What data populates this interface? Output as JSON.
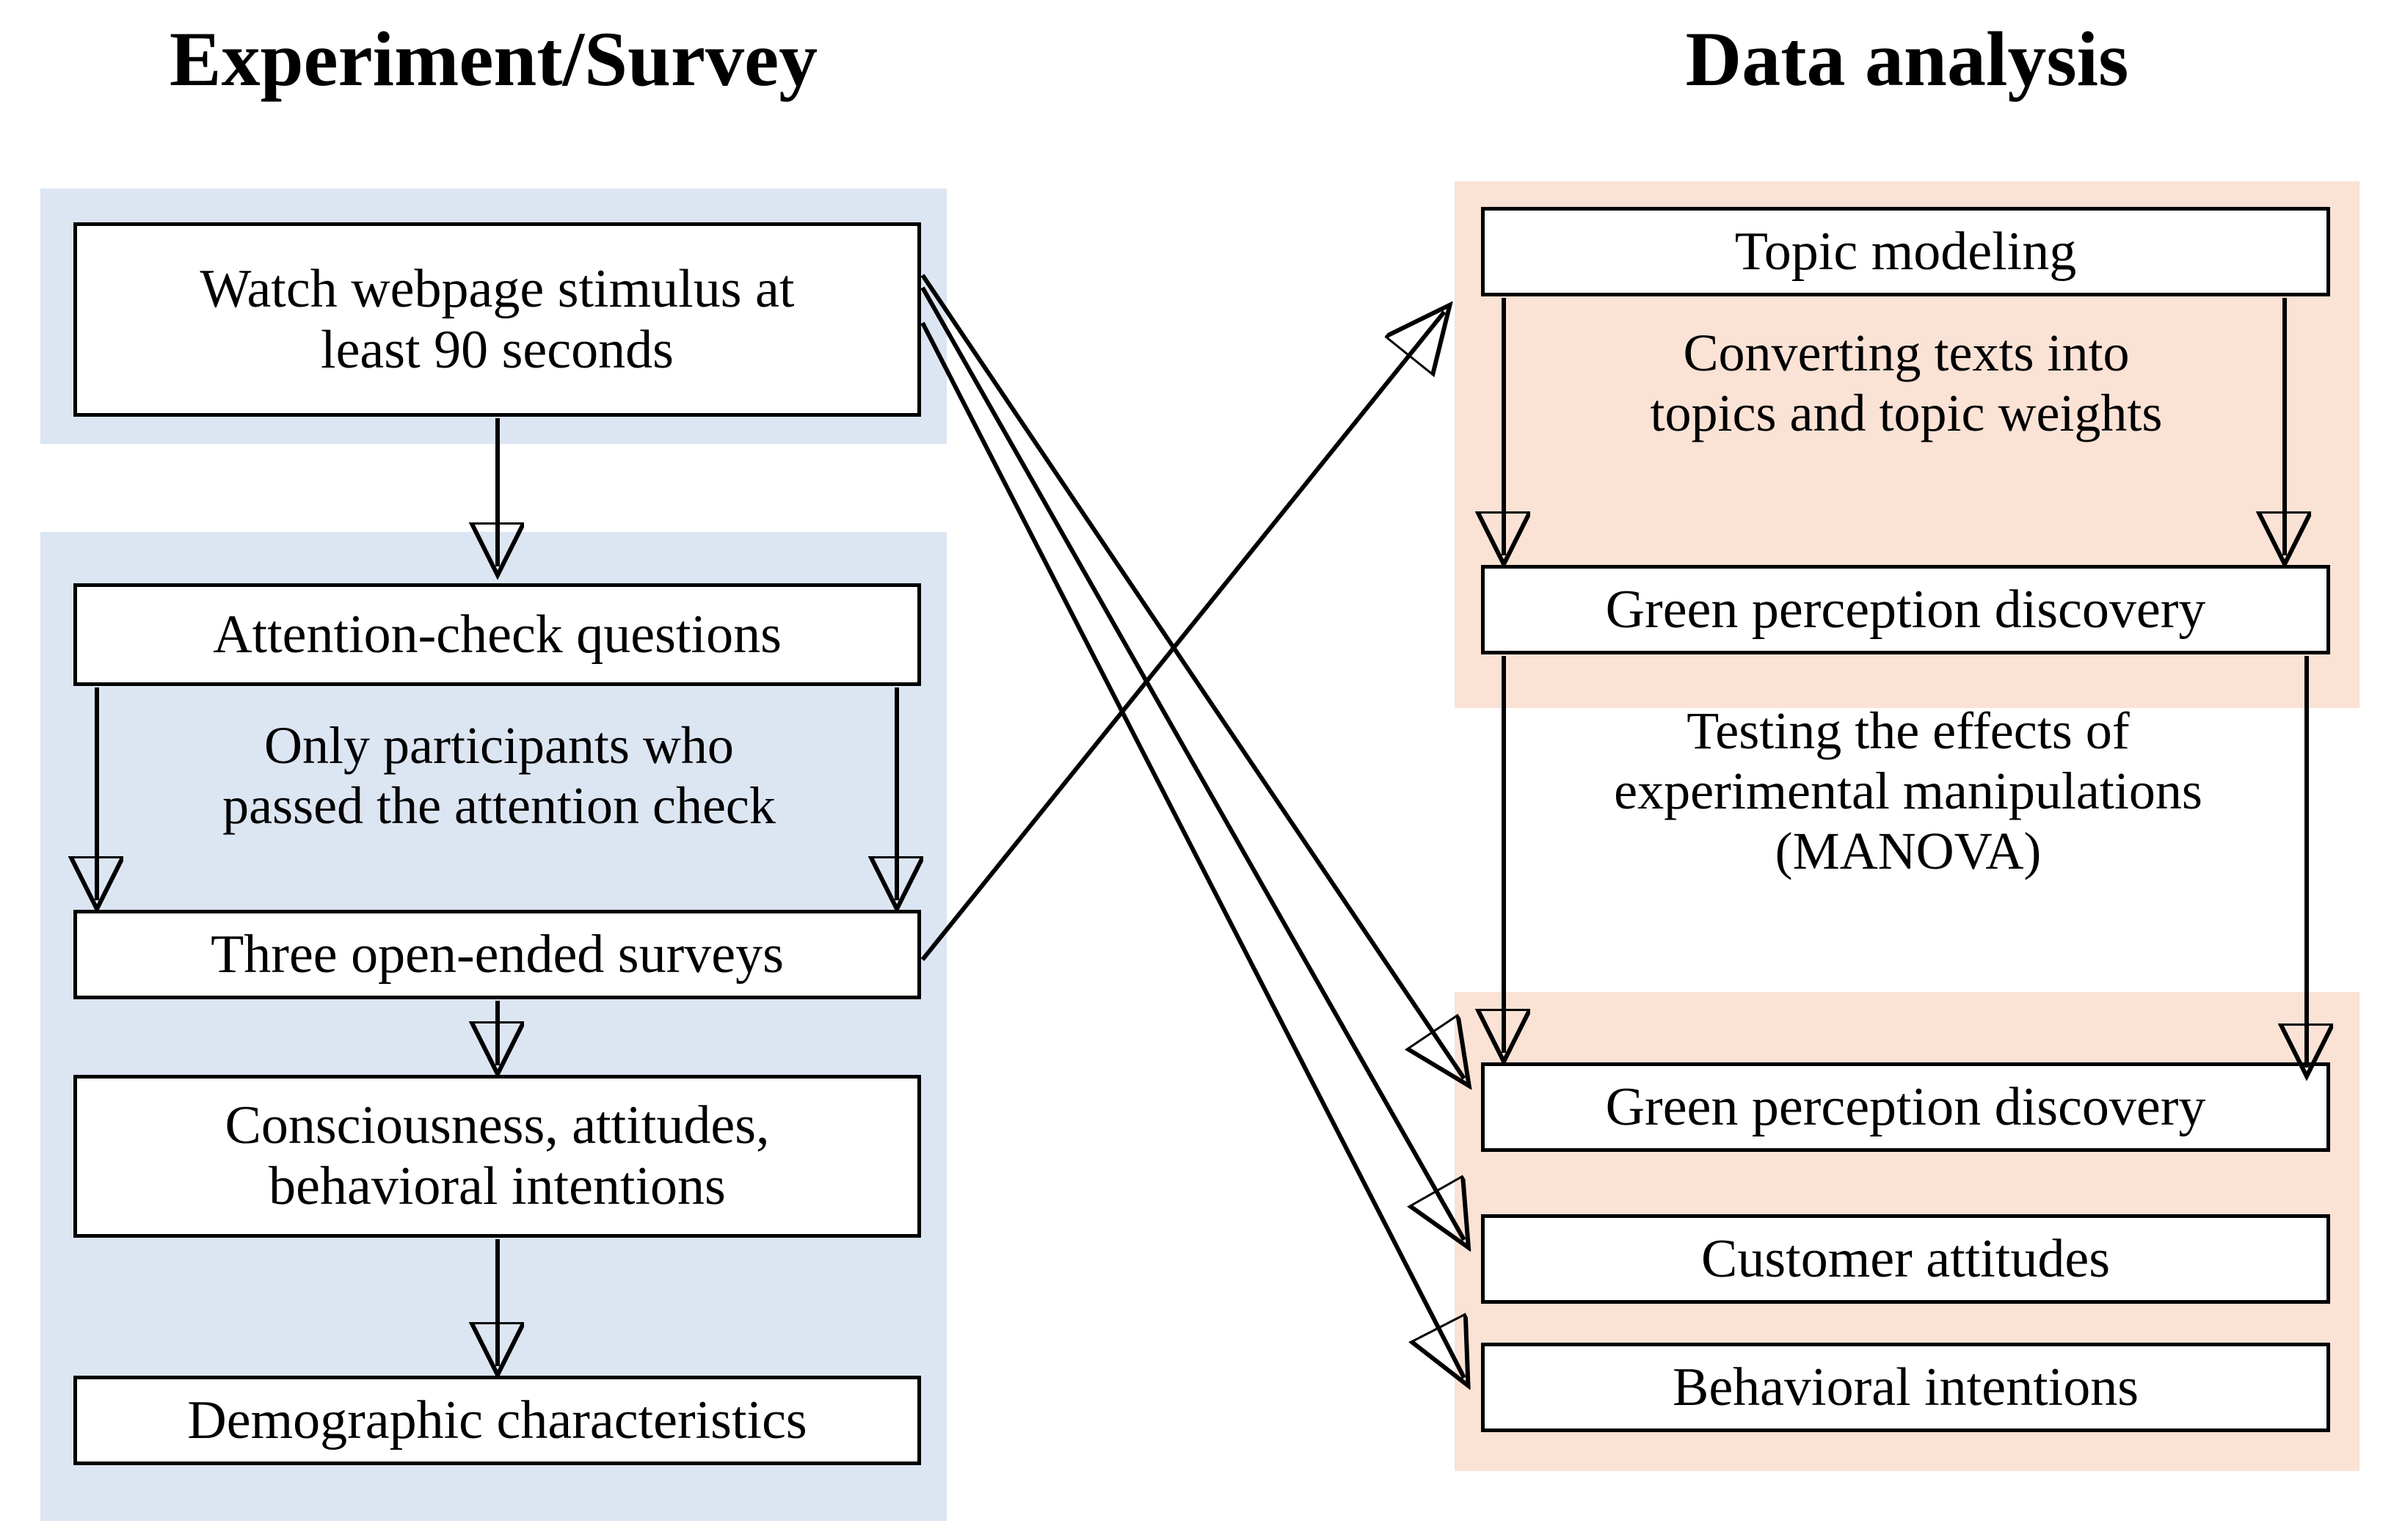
{
  "columns": {
    "left": {
      "title": "Experiment/Survey",
      "accent": "#dce5f2"
    },
    "right": {
      "title": "Data analysis",
      "accent": "#fae2d5"
    }
  },
  "nodes": {
    "watch_stimulus": "Watch webpage stimulus at\nleast 90 seconds",
    "attention_check": "Attention-check questions",
    "open_surveys": "Three open-ended surveys",
    "consciousness": "Consciousness, attitudes,\nbehavioral intentions",
    "demographics": "Demographic characteristics",
    "topic_modeling": "Topic modeling",
    "green_perception_top": "Green perception discovery",
    "green_perception_bottom": "Green perception discovery",
    "customer_attitudes": "Customer attitudes",
    "behavioral_intentions": "Behavioral intentions"
  },
  "captions": {
    "attention_note": "Only participants who\npassed the attention check",
    "converting_note": "Converting texts into\ntopics and topic weights",
    "manova_note": "Testing the effects of\nexperimental manipulations\n(MANOVA)"
  },
  "colors": {
    "panel_blue": "#dce5f2",
    "panel_orange": "#fae2d5",
    "box_border": "#000000",
    "box_fill": "#ffffff",
    "text": "#000000"
  }
}
